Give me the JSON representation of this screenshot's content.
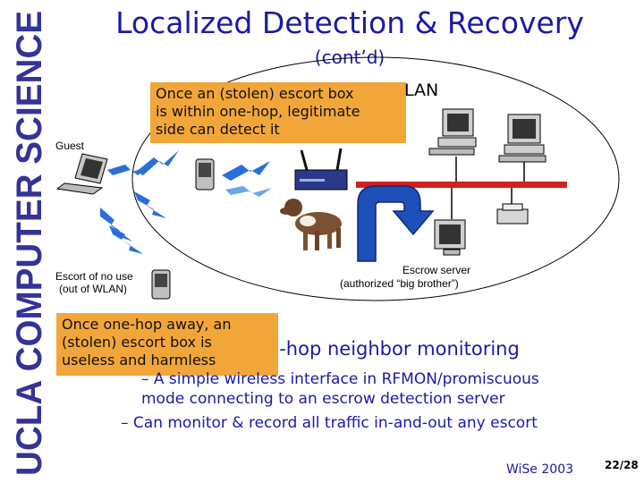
{
  "sidebar": {
    "text": "UCLA COMPUTER SCIENCE"
  },
  "title": "Localized Detection & Recovery",
  "subtitle": "(cont’d)",
  "callout_top": {
    "line1": "Once an (stolen) escort box",
    "line2": "is within one-hop, legitimate",
    "line3": "side can detect it"
  },
  "wlan_label": "LAN",
  "labels": {
    "guest": "Guest",
    "escort_line1": "Escort of no use",
    "escort_line2": "(out of WLAN)",
    "escrow_line1": "Escrow server",
    "escrow_line2": "(authorized “big brother”)"
  },
  "callout_bottom": {
    "line1": "Once one-hop away, an",
    "line2": "(stolen) escort box is",
    "line3": "useless and harmless"
  },
  "bullets": {
    "heading": "ne-hop neighbor monitoring",
    "b1_line1": "– A simple wireless interface in RFMON/promiscuous",
    "b1_line2": "mode connecting to an escrow detection server",
    "b2": "– Can monitor & record all traffic in-and-out any escort"
  },
  "footer": "WiSe 2003",
  "page_number": "22/28",
  "colors": {
    "title": "#1a1aa6",
    "callout": "#f2a63a",
    "sidebar": "#333399"
  }
}
